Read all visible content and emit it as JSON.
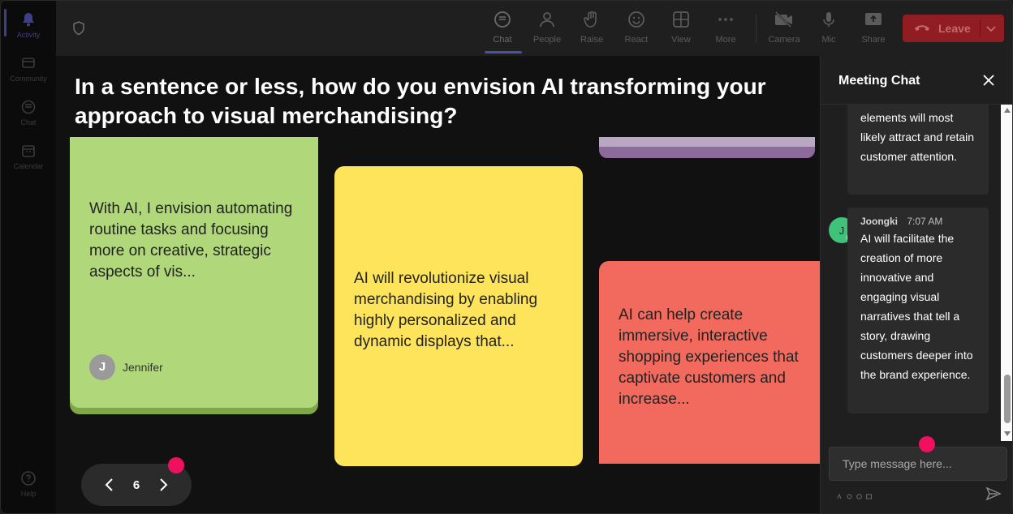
{
  "rail": {
    "items": [
      {
        "label": "Activity",
        "icon": "bell-icon"
      },
      {
        "label": "Community",
        "icon": "community-icon"
      },
      {
        "label": "Chat",
        "icon": "chat-icon"
      },
      {
        "label": "Calendar",
        "icon": "calendar-icon"
      },
      {
        "label": "Help",
        "icon": "help-icon"
      }
    ]
  },
  "toolbar": {
    "items": [
      {
        "label": "Chat",
        "icon": "chat-icon"
      },
      {
        "label": "People",
        "icon": "people-icon"
      },
      {
        "label": "Raise",
        "icon": "raise-hand-icon"
      },
      {
        "label": "React",
        "icon": "react-icon"
      },
      {
        "label": "View",
        "icon": "view-icon"
      },
      {
        "label": "More",
        "icon": "more-icon"
      },
      {
        "label": "Camera",
        "icon": "camera-off-icon"
      },
      {
        "label": "Mic",
        "icon": "mic-icon"
      },
      {
        "label": "Share",
        "icon": "share-icon"
      }
    ],
    "leave_label": "Leave",
    "colors": {
      "leave_bg": "#8f1d22",
      "active_underline": "#4a4fa8"
    }
  },
  "stage": {
    "question": "In a sentence or less, how do you envision AI transforming your approach to visual merchandising?",
    "cards": [
      {
        "text": "With AI, I envision automating routine tasks and focusing more on creative, strategic aspects of vis...",
        "author": "Jennifer",
        "author_initial": "J",
        "color": "#b0d77a"
      },
      {
        "text": "AI will revolutionize visual merchandising by enabling highly personalized and dynamic displays that...",
        "color": "#fde45a"
      },
      {
        "text": "",
        "color": "#b9a7c4"
      },
      {
        "text": "AI can help create immersive, interactive shopping experiences that captivate customers and increase...",
        "color": "#f16a5d"
      }
    ],
    "pager": {
      "page": "6"
    }
  },
  "chat": {
    "title": "Meeting Chat",
    "messages": [
      {
        "text": "elements will most likely attract and retain customer attention."
      },
      {
        "author": "Joongki",
        "time": "7:07 AM",
        "initial": "J",
        "text": "AI will facilitate the creation of more innovative and engaging visual narratives that tell a story, drawing customers deeper into the brand experience."
      }
    ],
    "input_placeholder": "Type message here..."
  }
}
